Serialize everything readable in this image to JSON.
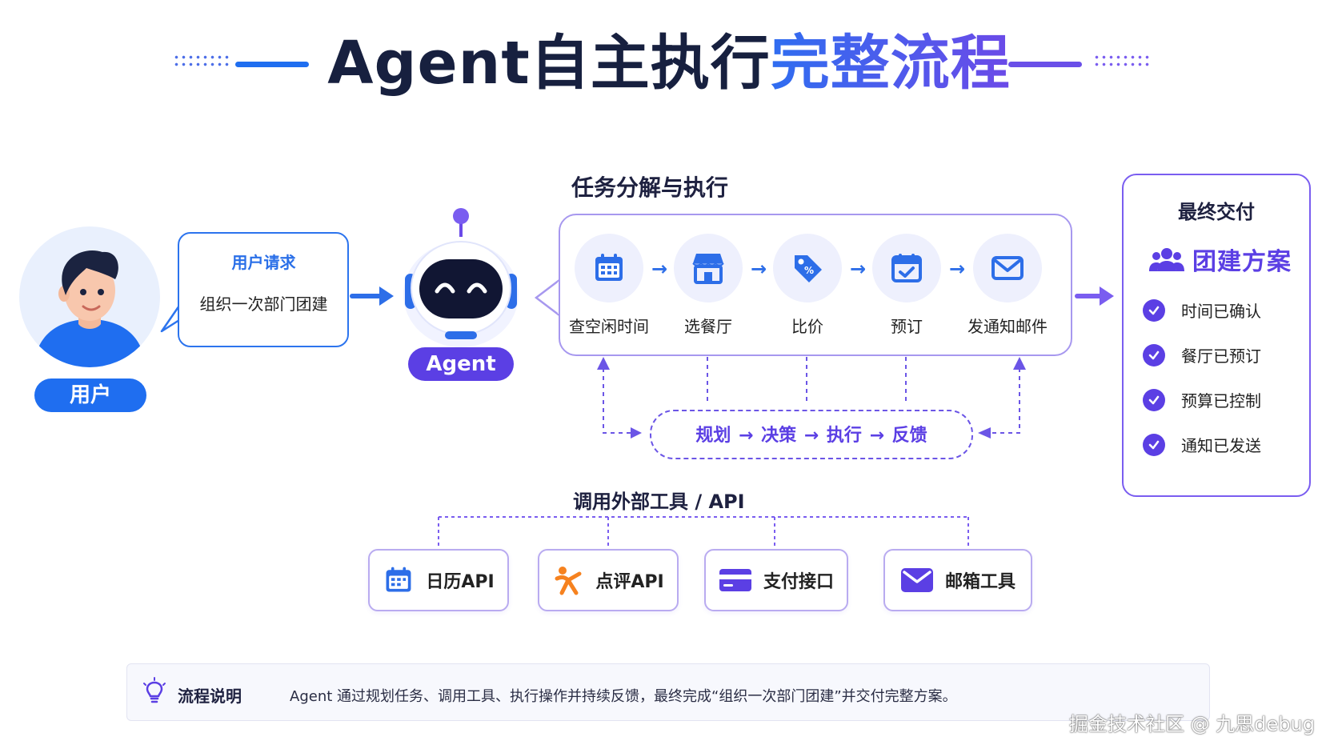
{
  "title": {
    "part1": "Agent自主执行",
    "part2": "完整流程"
  },
  "user": {
    "label": "用户"
  },
  "request": {
    "title": "用户请求",
    "text": "组织一次部门团建"
  },
  "agent": {
    "label": "Agent"
  },
  "task": {
    "title": "任务分解与执行",
    "steps": [
      {
        "label": "查空闲时间",
        "icon": "calendar-icon"
      },
      {
        "label": "选餐厅",
        "icon": "store-icon"
      },
      {
        "label": "比价",
        "icon": "price-tag-icon"
      },
      {
        "label": "预订",
        "icon": "calendar-check-icon"
      },
      {
        "label": "发通知邮件",
        "icon": "mail-icon"
      }
    ],
    "loop": [
      "规划",
      "决策",
      "执行",
      "反馈"
    ]
  },
  "final": {
    "title": "最终交付",
    "plan": "团建方案",
    "items": [
      "时间已确认",
      "餐厅已预订",
      "预算已控制",
      "通知已发送"
    ]
  },
  "tools": {
    "title": "调用外部工具 / API",
    "items": [
      {
        "label": "日历API",
        "icon": "calendar-icon"
      },
      {
        "label": "点评API",
        "icon": "dianping-icon"
      },
      {
        "label": "支付接口",
        "icon": "credit-card-icon"
      },
      {
        "label": "邮箱工具",
        "icon": "mail-icon"
      }
    ]
  },
  "note": {
    "title": "流程说明",
    "text": "Agent 通过规划任务、调用工具、执行操作并持续反馈，最终完成“组织一次部门团建”并交付完整方案。"
  },
  "watermark": "掘金技术社区 @ 九思debug",
  "colors": {
    "blue": "#1f6ef0",
    "purple": "#5b3fe4",
    "lightPurple": "#a798ef"
  }
}
